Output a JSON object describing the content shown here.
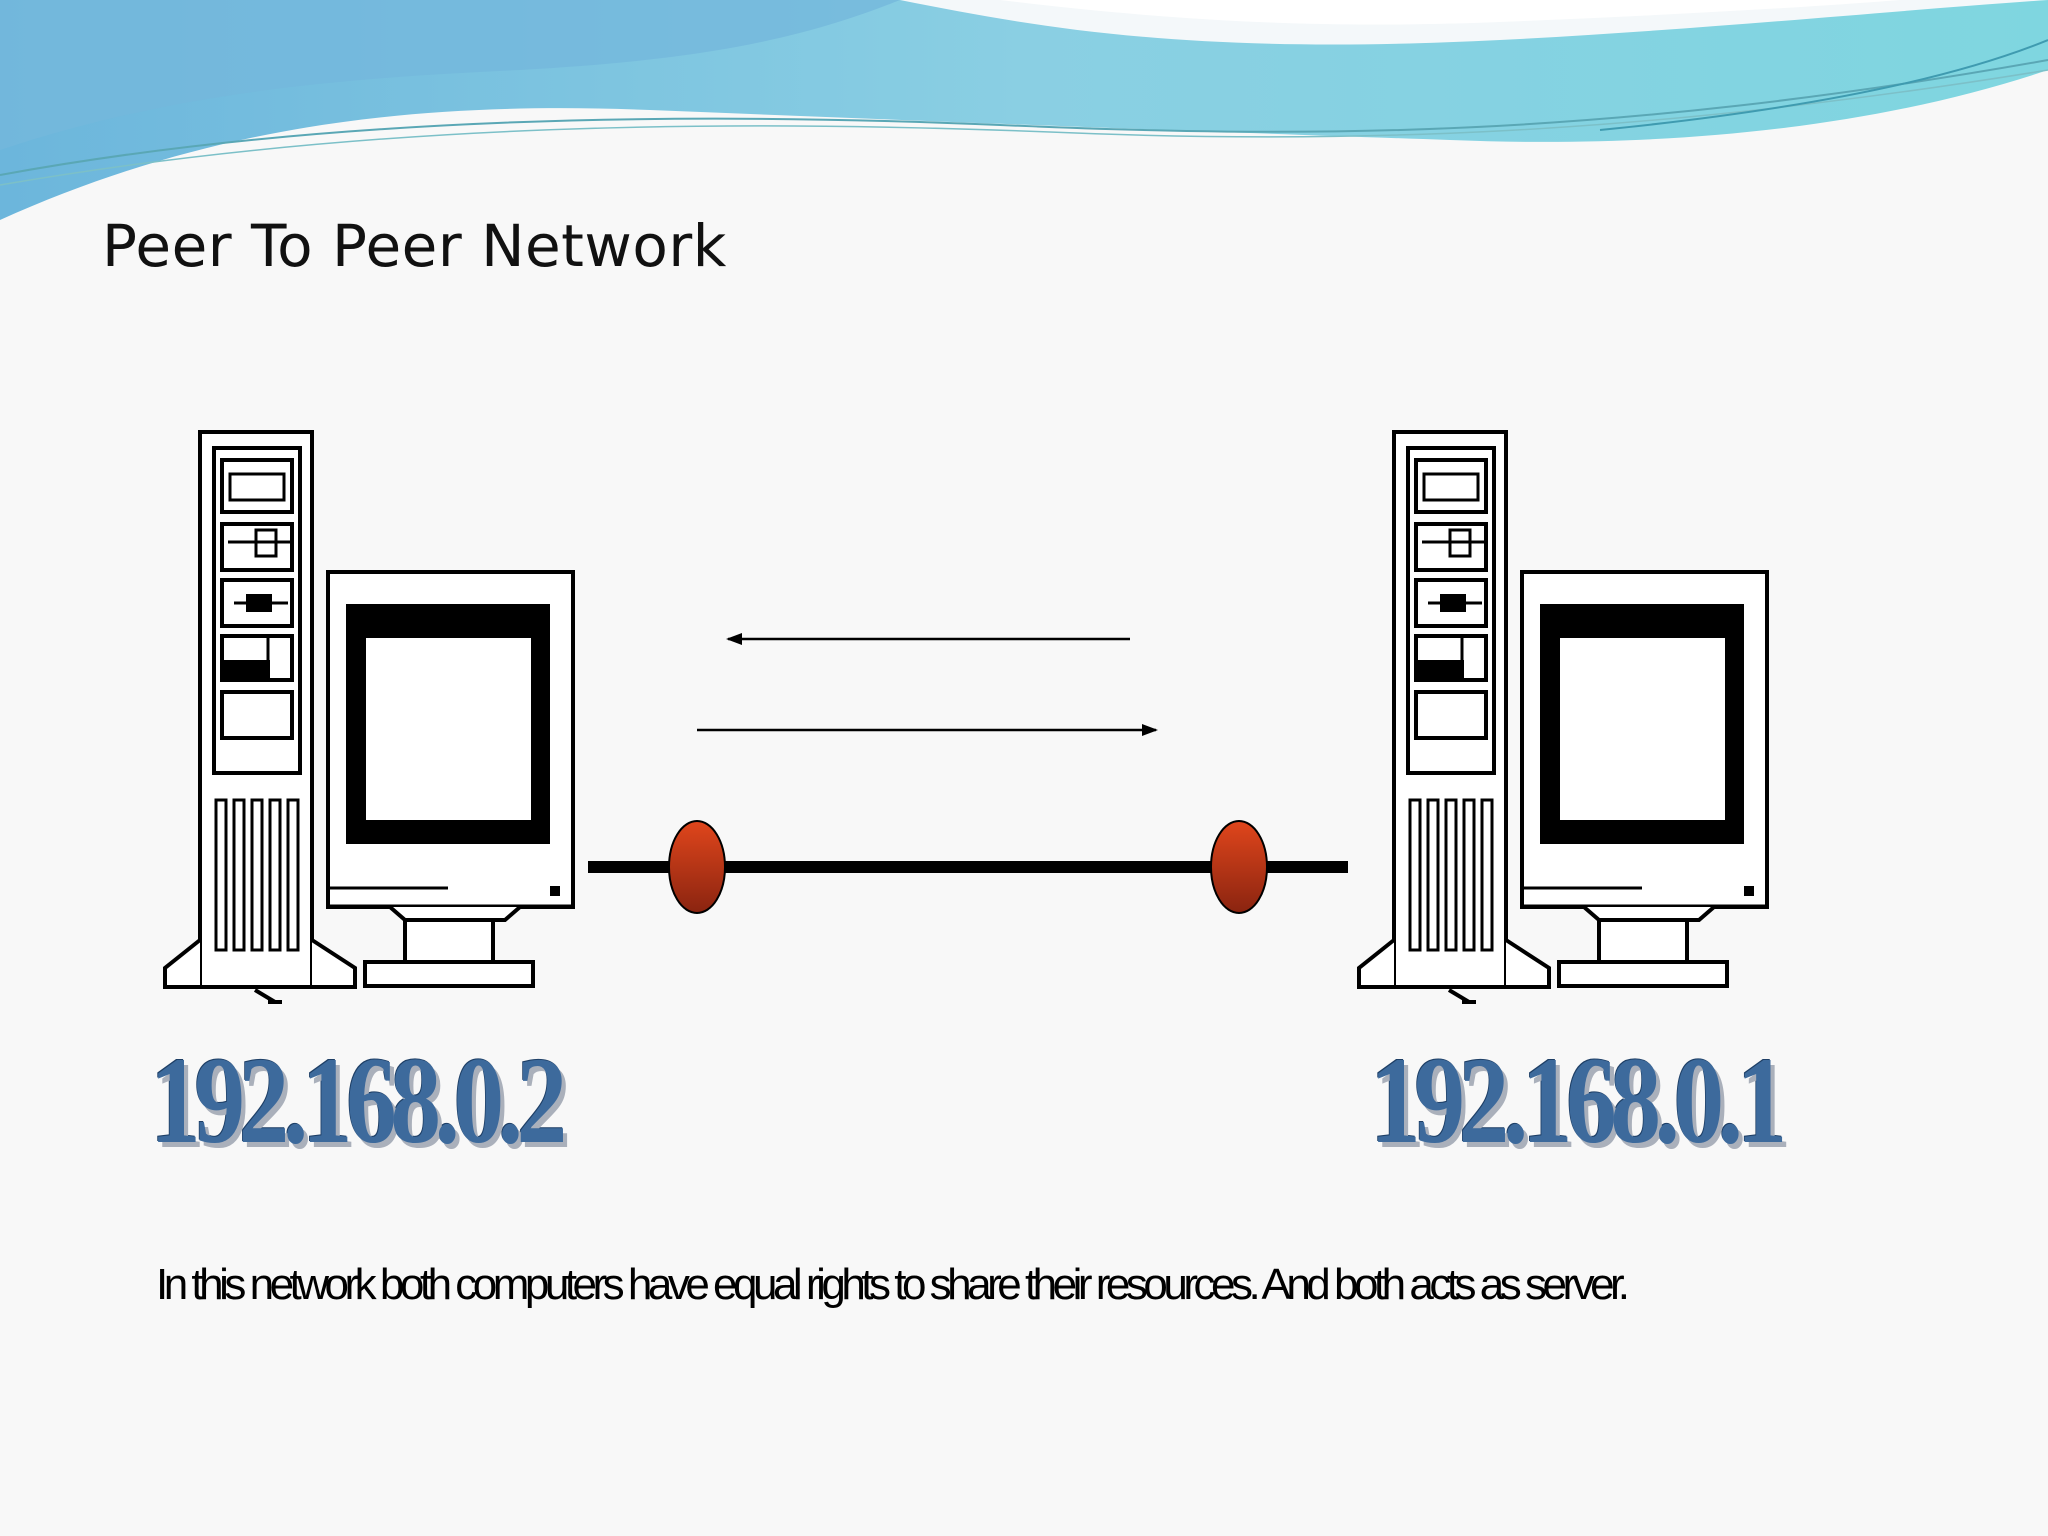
{
  "slide": {
    "title": "Peer To Peer Network",
    "caption": "In this network both computers have equal rights to share their resources. And both acts as server."
  },
  "diagram": {
    "left_computer": {
      "ip": "192.168.0.2"
    },
    "right_computer": {
      "ip": "192.168.0.1"
    },
    "connection": {
      "arrows": [
        "right-to-left",
        "left-to-right"
      ],
      "connector_color": "#b83a18"
    }
  },
  "colors": {
    "ip_text": "#3d6a9c",
    "wave_light": "#8fd6e0",
    "wave_dark": "#6aaed6"
  }
}
